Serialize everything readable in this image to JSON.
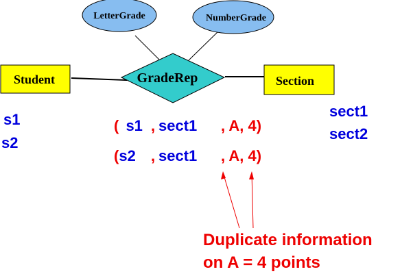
{
  "diagram": {
    "entities": {
      "student": "Student",
      "section": "Section"
    },
    "relationship": "GradeRep",
    "attributes": {
      "letter_grade": "LetterGrade",
      "number_grade": "NumberGrade"
    },
    "student_list": [
      "s1",
      "s2"
    ],
    "section_list": [
      "sect1",
      "sect2"
    ],
    "tuples": [
      {
        "open": "( s1",
        "sep1": ",",
        "section": "sect1",
        "rest": ", A, 4)"
      },
      {
        "open": "(s2",
        "sep1": ",",
        "section": "sect1",
        "rest": ", A, 4)"
      }
    ],
    "annotation": {
      "line1": "Duplicate information",
      "line2": "on A = 4 points"
    }
  },
  "colors": {
    "entity_fill": "#ffff00",
    "relationship_fill": "#33cccc",
    "attribute_fill": "#87bdf0",
    "blue_text": "#0000dd",
    "red_text": "#ee0000",
    "line": "#000000"
  }
}
